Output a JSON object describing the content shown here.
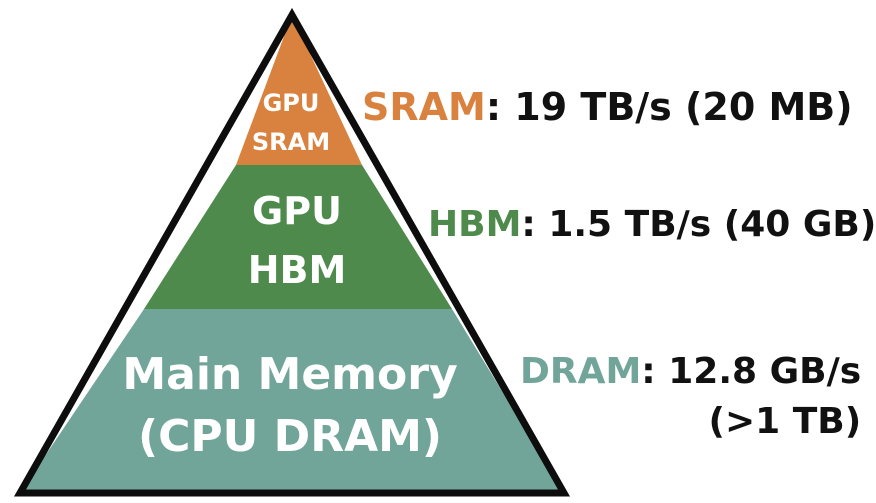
{
  "colors": {
    "sram": "#d9823f",
    "hbm": "#4e8a4b",
    "dram": "#72a59a",
    "outline": "#0d0d0d",
    "text_dark": "#111111"
  },
  "pyramid": {
    "tiers": [
      {
        "id": "sram",
        "lines": [
          "GPU",
          "SRAM"
        ]
      },
      {
        "id": "hbm",
        "lines": [
          "GPU",
          "HBM"
        ]
      },
      {
        "id": "dram",
        "lines": [
          "Main Memory",
          "(CPU DRAM)"
        ]
      }
    ]
  },
  "labels": {
    "sram": {
      "key": "SRAM",
      "value": ": 19 TB/s (20 MB)"
    },
    "hbm": {
      "key": "HBM",
      "value": ": 1.5 TB/s (40 GB)"
    },
    "dram": {
      "key": "DRAM",
      "value": ": 12.8 GB/s",
      "value2": "(>1 TB)"
    }
  }
}
